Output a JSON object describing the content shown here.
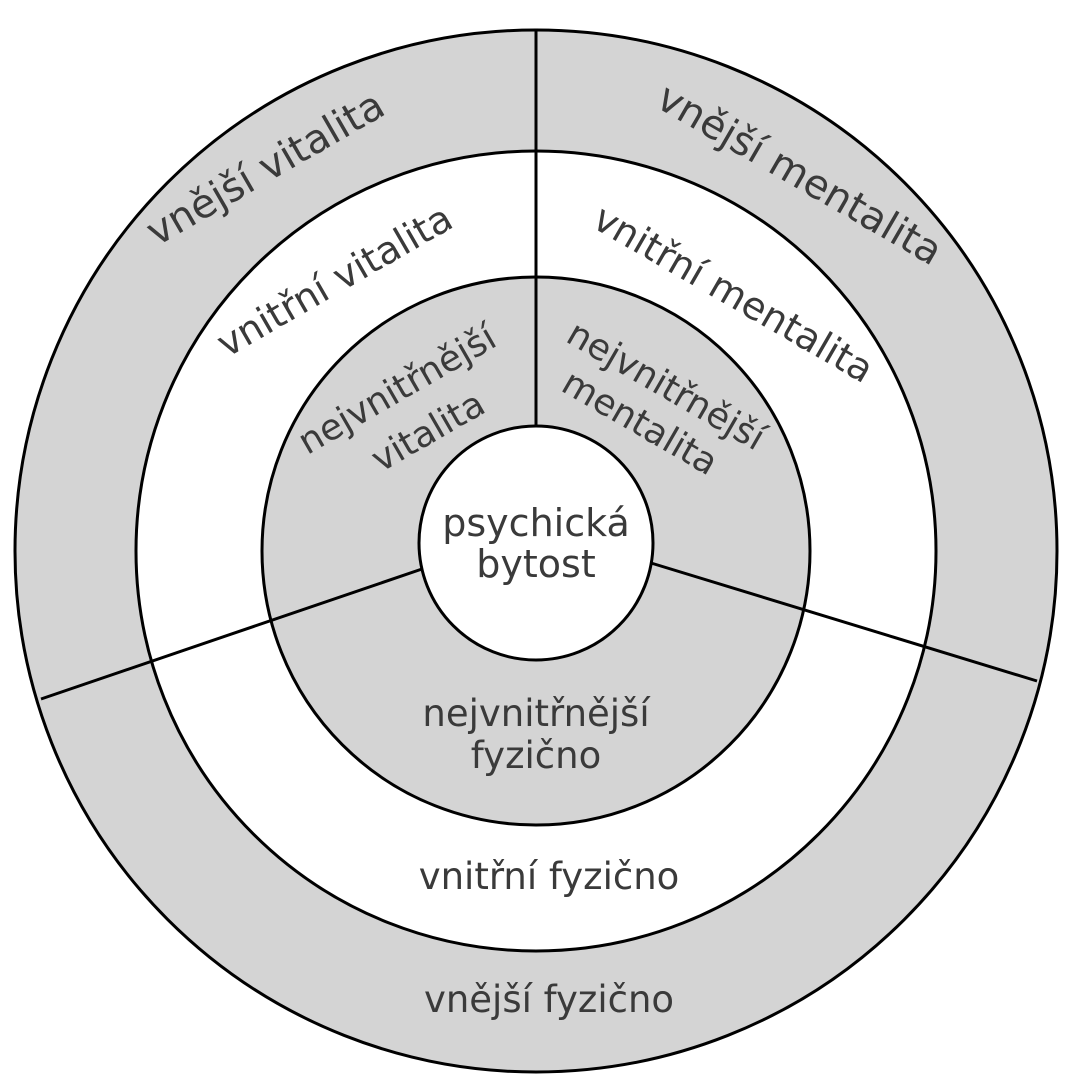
{
  "colors": {
    "shaded": "#d4d4d4",
    "white": "#ffffff",
    "line": "#000000",
    "text": "#3a3a3a"
  },
  "center": {
    "line1": "psychická",
    "line2": "bytost"
  },
  "sectors": {
    "vitality": {
      "outer": "vnější vitalita",
      "inner": "vnitřní vitalita",
      "innermost_line1": "nejvnitřnější",
      "innermost_line2": "vitalita"
    },
    "mentality": {
      "outer": "vnější mentalita",
      "inner": "vnitřní mentalita",
      "innermost_line1": "nejvnitřnější",
      "innermost_line2": "mentalita"
    },
    "physical": {
      "outer": "vnější fyzično",
      "inner": "vnitřní fyzično",
      "innermost_line1": "nejvnitřnější",
      "innermost_line2": "fyzično"
    }
  }
}
